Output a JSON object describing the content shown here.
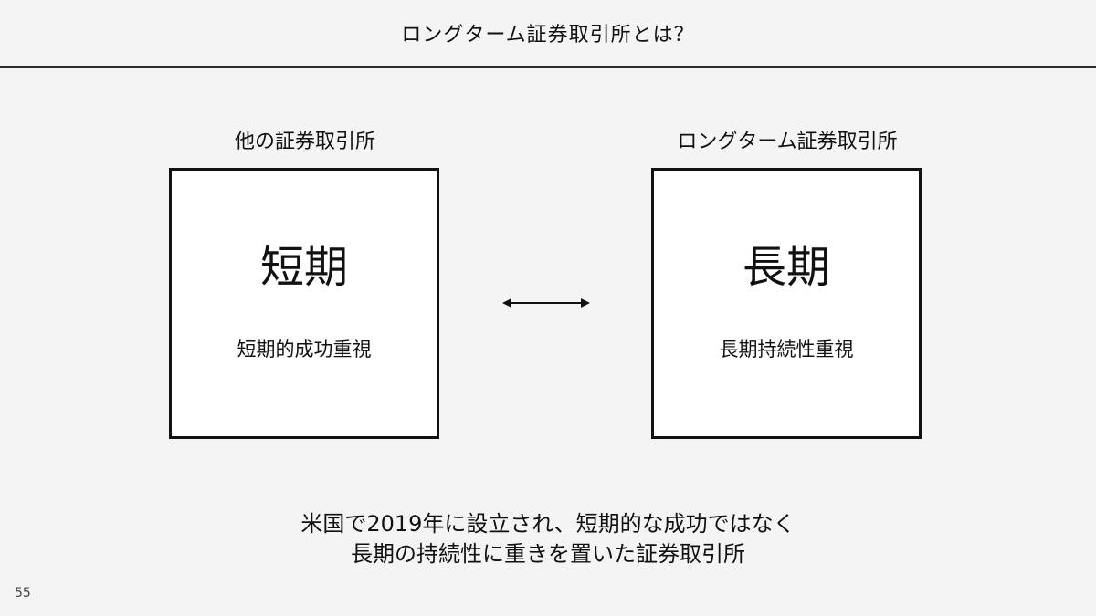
{
  "header": {
    "title": "ロングターム証券取引所とは？"
  },
  "left": {
    "label": "他の証券取引所",
    "heading": "短期",
    "subtitle": "短期的成功重視"
  },
  "right": {
    "label": "ロングターム証券取引所",
    "heading": "長期",
    "subtitle": "長期持続性重視"
  },
  "arrow": {
    "icon": "double-arrow-icon"
  },
  "caption": {
    "line1": "米国で2019年に設立され、短期的な成功ではなく",
    "line2": "長期の持続性に重きを置いた証券取引所"
  },
  "page_number": "55"
}
